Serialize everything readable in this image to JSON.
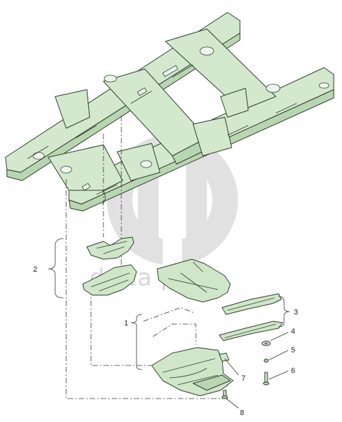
{
  "watermark": {
    "text": "delta parts"
  },
  "callouts": [
    {
      "id": "1",
      "label": "1"
    },
    {
      "id": "2",
      "label": "2"
    },
    {
      "id": "3",
      "label": "3"
    },
    {
      "id": "4",
      "label": "4"
    },
    {
      "id": "5",
      "label": "5"
    },
    {
      "id": "6",
      "label": "6"
    },
    {
      "id": "7",
      "label": "7"
    },
    {
      "id": "8",
      "label": "8"
    }
  ],
  "colors": {
    "part_fill": "#cfe6c9",
    "outline": "#2d3a2b",
    "watermark": "#d6d6d6"
  }
}
